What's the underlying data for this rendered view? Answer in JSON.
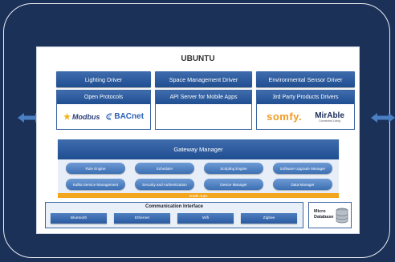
{
  "diagram": {
    "title": "UBUNTU",
    "drivers": [
      "Lighting Driver",
      "Space Management Driver",
      "Environmental Sensor Driver"
    ],
    "middle": {
      "open_protocols": "Open Protocols",
      "api_server": "API Server for Mobile Apps",
      "third_party": "3rd Party Products Drivers"
    },
    "logos": {
      "modbus": "Modbus",
      "bacnet": "BACnet",
      "somfy": "somfy.",
      "mirabile": "MirAble",
      "mirabile_tag": "Connected Living"
    },
    "gateway": "Gateway Manager",
    "modules": {
      "rule_engine": "Rule Engine",
      "scheduler": "Scheduler",
      "scripting_engine": "Scripting Engine",
      "software_upgrade": "Software Upgrade Manager",
      "kafka": "Kafka Service Management",
      "security": "Security and Authentication",
      "device_manager": "Device Manager",
      "data_manager": "Data Manager"
    },
    "install_apps": "Install Apps",
    "comm": {
      "title": "Communication Interface",
      "items": [
        "Bluetooth",
        "Ethernet",
        "Wifi",
        "Zigbee"
      ]
    },
    "database": "Micro Database"
  },
  "colors": {
    "background": "#1b3158",
    "bar_blue": "#2a5ba0",
    "pill_blue": "#5a88c8",
    "amber": "#f3a51d",
    "somfy_orange": "#f29a21"
  }
}
